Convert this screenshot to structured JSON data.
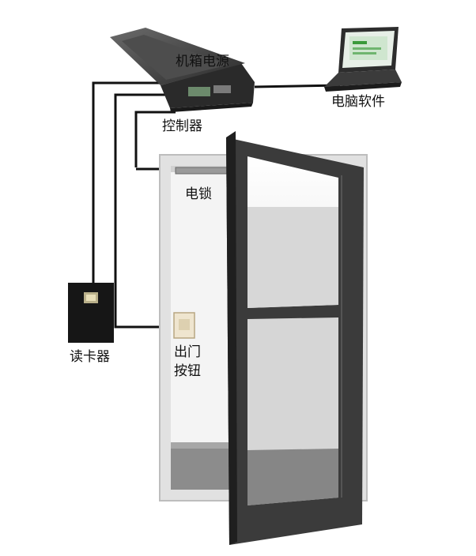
{
  "labels": {
    "chassis_power": "机箱电源",
    "controller": "控制器",
    "pc_software": "电脑软件",
    "electric_lock": "电锁",
    "card_reader": "读卡器",
    "exit_button": "出门\n按钮"
  },
  "colors": {
    "wire": "#111111",
    "door_frame": "#3a3a3a",
    "wall_frame": "#cfcfcf",
    "floor": "#8c8c8c",
    "glass": "#f2f2f2"
  },
  "icons": {
    "controller": "control-box-icon",
    "pc": "laptop-icon",
    "reader": "card-reader-icon",
    "button": "exit-button-icon",
    "lock": "electric-lock-icon"
  }
}
